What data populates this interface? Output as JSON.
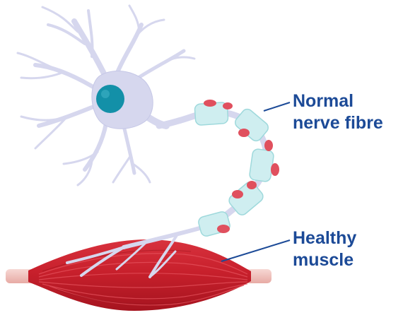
{
  "labels": {
    "nerve": {
      "line1": "Normal",
      "line2": "nerve fibre"
    },
    "muscle": {
      "line1": "Healthy",
      "line2": "muscle"
    }
  },
  "colors": {
    "neuron_fill": "#d6d7ee",
    "neuron_stroke": "#b9bbe0",
    "nucleus": "#1390a8",
    "myelin_fill": "#cfeef0",
    "myelin_stroke": "#9fd9dc",
    "node_red": "#e0505e",
    "muscle_red": "#c8202c",
    "muscle_highlight": "#e85560",
    "tendon": "#f3c9c5",
    "label_blue": "#1c4a97",
    "leader_line": "#1c4a97"
  },
  "icons": {
    "neuron": "neuron-cell-body",
    "muscle": "muscle-fiber"
  }
}
